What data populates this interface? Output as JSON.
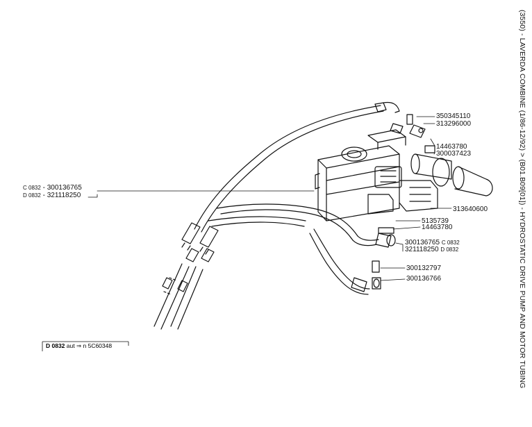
{
  "title": "(3550) - LAVERDA COMBINE (1/86-12/92) > (B01.B09[01]) - HYDROSTATIC DRIVE PUMP AND MOTOR TUBING",
  "left_refs": {
    "c_prefix": "C 0832",
    "c_part": "300136765",
    "d_prefix": "D 0832",
    "d_part": "321118250"
  },
  "parts": {
    "p350345110": "350345110",
    "p313296000": "313296000",
    "p14463780a": "14463780",
    "p300037423": "300037423",
    "p313640600": "313640600",
    "p5135739": "5135739",
    "p14463780b": "14463780",
    "p300136765": "300136765",
    "p300136765_suffix": "C 0832",
    "p321118250": "321118250",
    "p321118250_suffix": "D 0832",
    "p300132797": "300132797",
    "p300136766": "300136766"
  },
  "note_box": {
    "model": "D 0832",
    "text": "aut",
    "arrow": "⇒",
    "serial": "n 5C60348"
  }
}
